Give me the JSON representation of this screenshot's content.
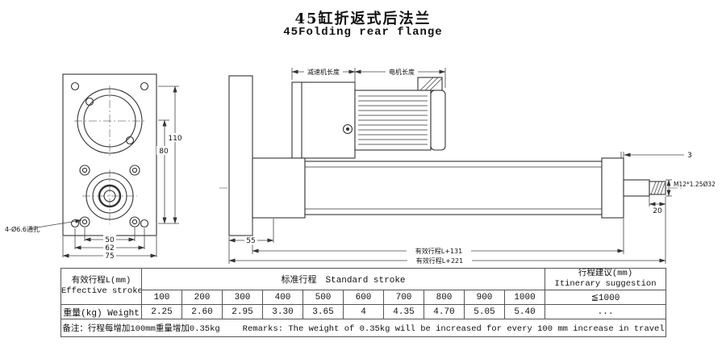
{
  "title": {
    "zh": "45缸折返式后法兰",
    "en": "45Folding rear flange"
  },
  "drawing": {
    "front_view": {
      "hole_note": "4-Ø6.6通孔",
      "dims": {
        "height": "110",
        "hole_height": "80",
        "hole_width": "50",
        "mid_width": "62",
        "width": "75"
      }
    },
    "side_view": {
      "reducer_label": "减速机长度",
      "motor_label": "电机长度",
      "dims": {
        "flange_offset": "55",
        "tip": "3",
        "thread": "M12*1.25Ø32",
        "thread_length": "20",
        "body_length": "有效行程L+131",
        "total_length": "有效行程L+221"
      }
    }
  },
  "table": {
    "col1_header_zh": "有效行程L(mm)",
    "col1_header_en": "Effective stroke",
    "standard_header": "标准行程　Standard stroke",
    "suggestion_header_zh": "行程建议(mm)",
    "suggestion_header_en": "Itinerary suggestion",
    "stroke_values": [
      "100",
      "200",
      "300",
      "400",
      "500",
      "600",
      "700",
      "800",
      "900",
      "1000"
    ],
    "suggestion_value": "≦1000",
    "weight_label": "重量(kg) Weight",
    "weight_values": [
      "2.25",
      "2.60",
      "2.95",
      "3.30",
      "3.65",
      "4",
      "4.35",
      "4.70",
      "5.05",
      "5.40"
    ],
    "weight_suggestion": "...",
    "remarks_zh": "备注：行程每增加100mm重量增加0.35kg",
    "remarks_en": "Remarks: The weight of 0.35kg will be increased for every 100 mm increase in travel"
  }
}
